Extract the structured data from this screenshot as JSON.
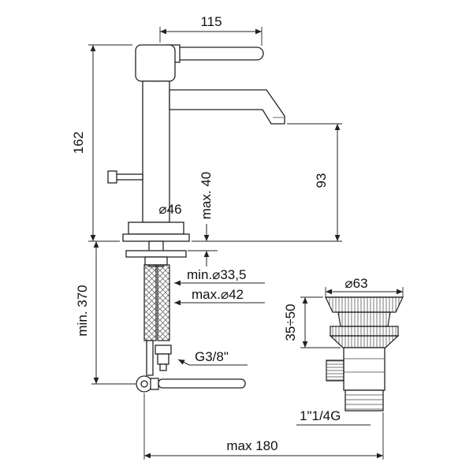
{
  "page": {
    "background": "#ffffff",
    "line_color": "#222222",
    "description_labels": {
      "drawing": "bidet-mixer-with-popup-waste-technical-drawing"
    }
  },
  "dims": {
    "lever_length": "115",
    "faucet_height": "162",
    "spout_height": "93",
    "deck_thickness": "max. 40",
    "base_diameter": "⌀46",
    "hose_min_length": "min. 370",
    "hole_diameter_min": "min.⌀33,5",
    "hole_diameter_max": "max.⌀42",
    "inlet_thread": "G3/8\"",
    "drain_cap_diameter": "⌀63",
    "drain_clamp_range": "35÷50",
    "drain_thread": "1\"1/4G",
    "max_distance": "max 180"
  }
}
